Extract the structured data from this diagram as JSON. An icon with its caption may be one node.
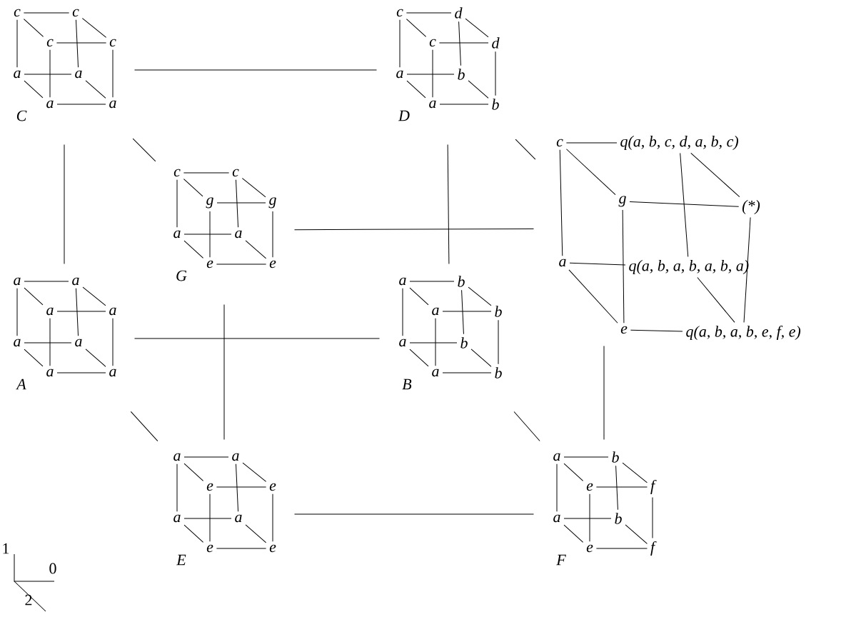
{
  "diagram": {
    "nodes": [
      {
        "text": [
          "c",
          "c",
          "c",
          "c",
          "a",
          "a",
          "a",
          "a",
          "C"
        ]
      },
      {
        "text": [
          "c",
          "d",
          "c",
          "d",
          "a",
          "b",
          "a",
          "b",
          "D"
        ]
      },
      {
        "text": [
          "c",
          "c",
          "g",
          "g",
          "a",
          "a",
          "e",
          "e",
          "G"
        ]
      },
      {
        "text": [
          "c",
          "q(a, b, c, d, a, b, c)",
          "g",
          "(*)",
          "a",
          "q(a, b, a, b, a, b, a)",
          "e",
          "q(a, b, a, b, e, f, e)"
        ]
      },
      {
        "text": [
          "a",
          "a",
          "a",
          "a",
          "a",
          "a",
          "a",
          "a",
          "A"
        ]
      },
      {
        "text": [
          "a",
          "b",
          "a",
          "b",
          "a",
          "b",
          "a",
          "b",
          "B"
        ]
      },
      {
        "text": [
          "a",
          "a",
          "e",
          "e",
          "a",
          "a",
          "e",
          "e",
          "E"
        ]
      },
      {
        "text": [
          "a",
          "b",
          "e",
          "f",
          "a",
          "b",
          "e",
          "f",
          "F"
        ]
      }
    ],
    "edges": [
      {
        "from": 0,
        "to": 1,
        "arrow": "none"
      },
      {
        "from": 0,
        "to": 2,
        "arrow": "none"
      },
      {
        "from": 0,
        "to": 4,
        "arrow": "none"
      },
      {
        "from": 1,
        "to": 3,
        "arrow": "none"
      },
      {
        "from": 1,
        "to": 5,
        "arrow": "none"
      },
      {
        "from": 2,
        "to": 3,
        "arrow": "none"
      },
      {
        "from": 2,
        "to": 6,
        "arrow": "none"
      },
      {
        "from": 4,
        "to": 5,
        "arrow": "none"
      },
      {
        "from": 4,
        "to": 6,
        "arrow": "none"
      },
      {
        "from": 5,
        "to": 7,
        "arrow": "none"
      },
      {
        "from": 3,
        "to": 7,
        "arrow": "none"
      },
      {
        "from": 6,
        "to": 7,
        "arrow": "none"
      }
    ],
    "labels": [
      "1",
      "0",
      "2"
    ]
  }
}
